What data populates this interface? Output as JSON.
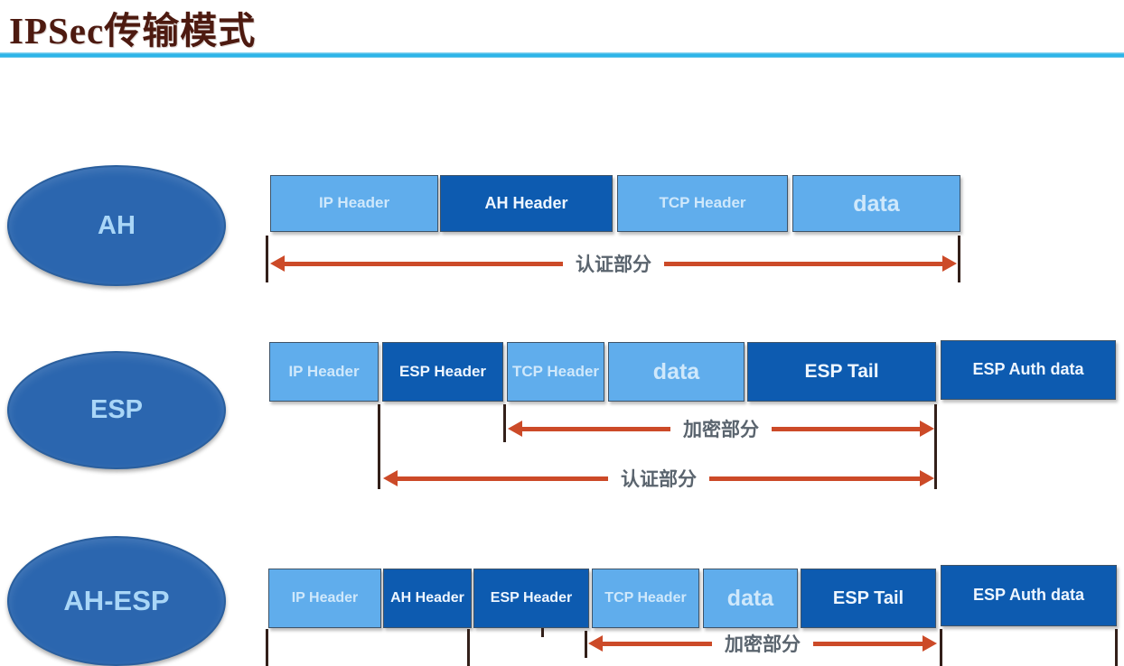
{
  "title": "IPSec传输模式",
  "colors": {
    "accent_line": "#2db4e8",
    "title_text": "#4d1a10",
    "box_light": "#60adec",
    "box_dark": "#0d5bb0",
    "ellipse_fill": "#2b66af",
    "arrow": "#cc4a28",
    "arrow_label_text": "#5a646e"
  },
  "rows": [
    {
      "name": "AH",
      "boxes": [
        {
          "label": "IP Header",
          "style": "light"
        },
        {
          "label": "AH Header",
          "style": "dark"
        },
        {
          "label": "TCP Header",
          "style": "light"
        },
        {
          "label": "data",
          "style": "light"
        }
      ],
      "measures": [
        {
          "label": "认证部分"
        }
      ]
    },
    {
      "name": "ESP",
      "boxes": [
        {
          "label": "IP Header",
          "style": "light"
        },
        {
          "label": "ESP Header",
          "style": "dark"
        },
        {
          "label": "TCP Header",
          "style": "light"
        },
        {
          "label": "data",
          "style": "light"
        },
        {
          "label": "ESP Tail",
          "style": "dark"
        },
        {
          "label": "ESP Auth data",
          "style": "dark"
        }
      ],
      "measures": [
        {
          "label": "加密部分"
        },
        {
          "label": "认证部分"
        }
      ]
    },
    {
      "name": "AH-ESP",
      "boxes": [
        {
          "label": "IP Header",
          "style": "light"
        },
        {
          "label": "AH Header",
          "style": "dark"
        },
        {
          "label": "ESP Header",
          "style": "dark"
        },
        {
          "label": "TCP Header",
          "style": "light"
        },
        {
          "label": "data",
          "style": "light"
        },
        {
          "label": "ESP Tail",
          "style": "dark"
        },
        {
          "label": "ESP Auth data",
          "style": "dark"
        }
      ],
      "measures": [
        {
          "label": "加密部分"
        }
      ]
    }
  ]
}
